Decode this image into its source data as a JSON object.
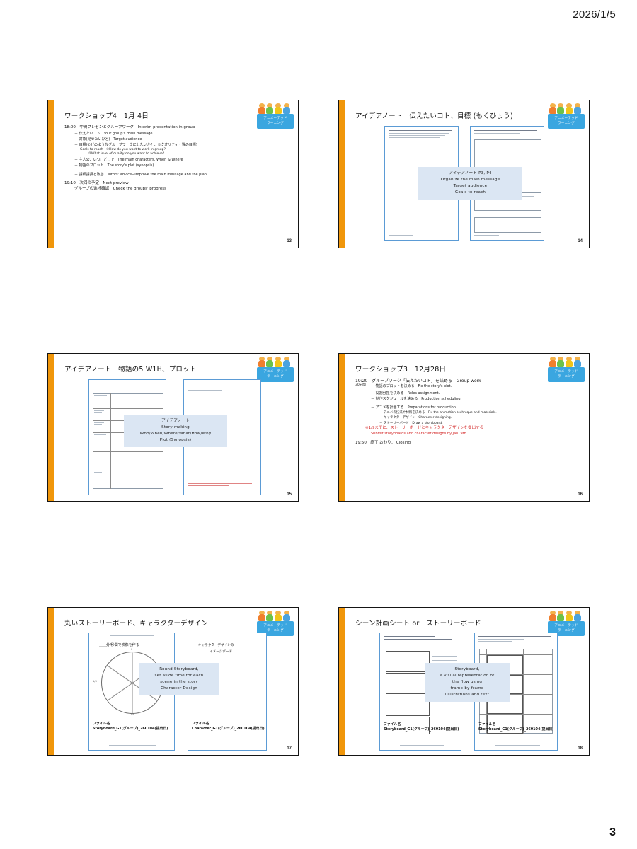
{
  "page": {
    "date": "2026/1/5",
    "page_number": "3"
  },
  "logo": {
    "line1": "アニメーテッド",
    "line2": "ラーニング"
  },
  "slides": [
    {
      "number": "13",
      "title": "ワークショップ4　1月 4日",
      "lines": [
        "18:00　中間プレゼンとグループワーク　Interim presentation in group",
        "－ 伝えたいコト　Your group's main message",
        "－ 対象(見せたいひと)　Target audience",
        "－ 目標(①どのようなグループワークにしたいか？、②クオリティ・質の目標)",
        "Goals to reach　①How do you want to work in group?",
        "②What level of quality do you want to achieve?",
        "－ 主人公、いつ、どこで　The main characters, When & Where",
        "－ 物語のプロット　The story's plot (synopsis)",
        "－ 講師講評と改善　Tutors' advice→Improve the main message and the plan",
        "19:10　次回の予定　Next preview",
        "グループの進捗確認　Check the groups' progress"
      ]
    },
    {
      "number": "14",
      "title": "アイデアノート　伝えたいコト、目標 (もくひょう)",
      "callout": [
        "アイデアノート P3, P4",
        "Organize the main message",
        "Target audience",
        "Goals to reach"
      ]
    },
    {
      "number": "15",
      "title": "アイデアノート　物語の5 W1H、プロット",
      "callout": [
        "アイデアノート",
        "Story-making",
        "Who/When/Where/What/How/Why",
        "Plot (Synopsis)"
      ]
    },
    {
      "number": "16",
      "title": "ワークショップ3　12月28日",
      "lines": [
        "19:20　グループワーク「伝えたいコト」を詰める　Group work",
        "30分間",
        "－ 物語のプロットを決める　Fix the story's plot.",
        "－ 役割分担を決める　Roles assignment.",
        "－ 制作スケジュールを決める　Production scheduling.",
        "－ アニメを計画する　Preparations for production.",
        "－ アニメの技法や材料を決める　Fix the animation technique and materials.",
        "－ キャラクターデザイン　Character designing.",
        "－ ストーリーボード　Draw a storyboard.",
        "※1/9までに、ストーリーボードとキャラクターデザインを提出する",
        "Submit storyboards and character designs by Jan. 9th",
        "19:50　終了 おわり： Closing"
      ]
    },
    {
      "number": "17",
      "title": "丸いストーリーボード、キャラクターデザイン",
      "note_left": "＿＿分/秒間で映像を作る",
      "note_right_l1": "キャラクターデザインの",
      "note_right_l2": "イメージボード",
      "callout": [
        "Round Storyboard,",
        "set aside time for each",
        "scene in the story",
        "Character Design"
      ],
      "caption_left_l1": "ファイル名",
      "caption_left_l2": "Storyboard_G1(グループ)_260104(提出日)",
      "caption_right_l1": "ファイル名",
      "caption_right_l2": "Character_G1(グループ)_260104(提出日)",
      "wheel_labels": [
        "0",
        "1/4",
        "2/4"
      ]
    },
    {
      "number": "18",
      "title": "シーン計画シート or　ストーリーボード",
      "callout": [
        "Storyboard,",
        "a visual representation of",
        "the flow using",
        "frame-by-frame",
        "illustrations and text"
      ],
      "caption_left_l1": "ファイル名",
      "caption_left_l2": "Storyboard_G1(グループ)_260104(提出日)",
      "caption_right_l1": "ファイル名",
      "caption_right_l2": "Storyboard_G1(グループ)_260104(提出日)"
    }
  ],
  "colors": {
    "accent_orange": "#f0960a",
    "sheet_blue": "#5b9bd5",
    "callout_blue": "#dbe6f3",
    "warning_red": "#d21f1f",
    "badge_blue": "#3aa6e0"
  }
}
